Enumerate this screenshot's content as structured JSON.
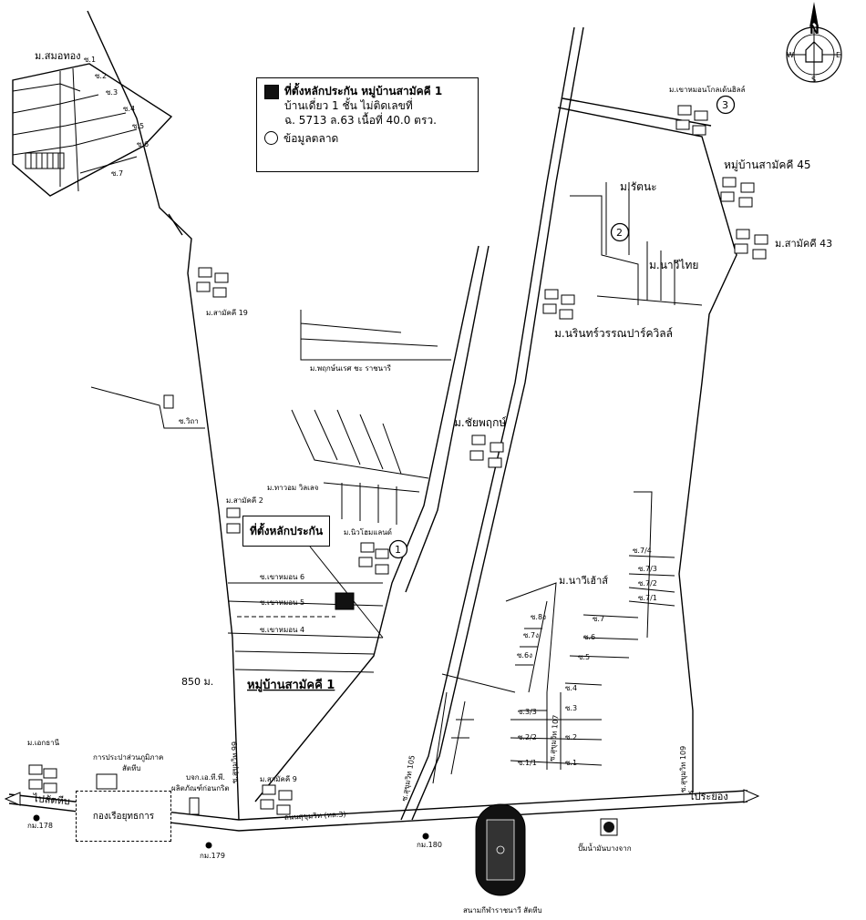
{
  "legend": {
    "collateral_line1": "ที่ตั้งหลักประกัน หมู่บ้านสามัคคี 1",
    "collateral_line2": "บ้านเดี่ยว 1 ชั้น ไม่ติดเลขที่",
    "collateral_line3": "ฉ. 5713 ล.63 เนื้อที่ 40.0 ตรว.",
    "market_data": "ข้อมูลตลาด"
  },
  "compass": {
    "n": "N",
    "s": "S",
    "e": "E",
    "w": "W"
  },
  "labels": {
    "ban_som_thong": "ม.สมอทอง",
    "soi_1": "ซ.1",
    "soi_2": "ซ.2",
    "soi_3": "ซ.3",
    "soi_4": "ซ.4",
    "soi_5": "ซ.5",
    "soi_6": "ซ.6",
    "soi_7": "ซ.7",
    "samakkhi_19": "ม.สามัคคี 19",
    "chaiyaphruek_pleum": "ม.พฤกษ์นเรศ ชะ ราชนารี",
    "soi_witha": "ซ.วิถา",
    "chaiyaphruek": "ม.ชัยพฤกษ์",
    "samakkhi_2": "ม.สามัคคี 2",
    "town_villa": "ม.ทาวอม วิลเลจ",
    "collateral_site": "ที่ตั้งหลักประกัน",
    "new_home": "ม.นิวโฮมแลนด์",
    "khao_mon_6": "ซ.เขาหมอน 6",
    "khao_mon_5": "ซ.เขาหมอน 5",
    "khao_mon_4": "ซ.เขาหมอน 4",
    "samakkhi_1": "หมู่บ้านสามัคคี 1",
    "dist_850": "850 ม.",
    "sukhumvit_99": "ซ.สุขุมวิท 99",
    "sukhumvit_105": "ซ.สุขุมวิท 105",
    "sukhumvit_107": "ซ.สุขุมวิท 107",
    "sukhumvit_109": "ซ.สุขุมวิท 109",
    "samakkhi_9": "ม.สามัคคี 9",
    "ekthani": "ม.เอกธานี",
    "electric_authority": "การประปาส่วนภูมิภาค",
    "electric_authority2": "สัตหีบ",
    "ptt": "บจก.เอ.ที.พี.",
    "ptt2": "ผลิตภัณฑ์ก่อนกริต",
    "to_sattahip": "ไปสัตหีบ",
    "km178": "กม.178",
    "km179": "กม.179",
    "km180": "กม.180",
    "navy_box": "กองเรือยุทธการ",
    "sukhumvit_road": "ถนนสุขุมวิท (ทล.3)",
    "to_rayong": "ไประยอง",
    "stadium": "สนามกีฬาราชนาวี สัตหีบ",
    "gas_station": "ปั๊มน้ำมันบางจาก",
    "khao_mon_goldenhill": "ม.เขาหมอนโกลเด้นฮิลล์",
    "samakkhi_45": "หมู่บ้านสามัคคี 45",
    "samakkhi_43": "ม.สามัคคี 43",
    "rattana": "ม.รัตนะ",
    "nava_thai": "ม.นาวีไทย",
    "narin_park": "ม.นรินทร์วรรณปาร์ควิลล์",
    "nava_house": "ม.นาวีเฮ้าส์",
    "s74": "ซ.7/4",
    "s73": "ซ.7/3",
    "s72": "ซ.7/2",
    "s71": "ซ.7/1",
    "s7": "ซ.7",
    "s6": "ซ.6",
    "s5": "ซ.5",
    "s4": "ซ.4",
    "s3": "ซ.3",
    "s2": "ซ.2",
    "s1": "ซ.1",
    "s8d": "ซ.8ง",
    "s7d": "ซ.7ง",
    "s6d": "ซ.6ง",
    "s33": "ซ.3/3",
    "s22": "ซ.2/2",
    "s11": "ซ.1/1",
    "m1": "1",
    "m2": "2",
    "m3": "3"
  }
}
